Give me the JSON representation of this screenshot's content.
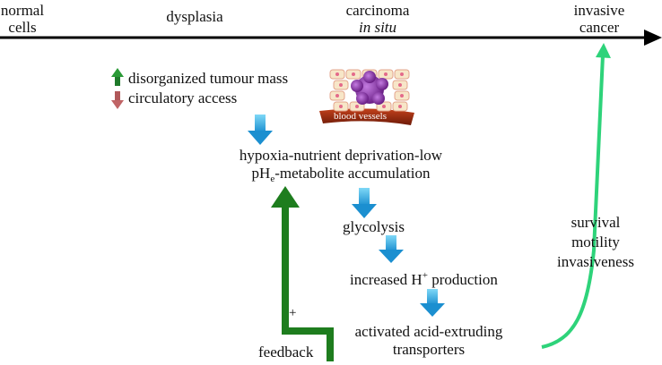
{
  "timeline": {
    "stages": [
      {
        "line1": "normal",
        "line2": "cells"
      },
      {
        "line1": "dysplasia",
        "line2": ""
      },
      {
        "line1": "carcinoma",
        "line2": "in situ"
      },
      {
        "line1": "invasive",
        "line2": "cancer"
      }
    ]
  },
  "factors": {
    "up_label": "disorganized tumour mass",
    "down_label": "circulatory access"
  },
  "illustration": {
    "blood_vessels_label": "blood vessels"
  },
  "steps": {
    "hypoxia_line1": "hypoxia-nutrient deprivation-low",
    "hypoxia_line2_pre": "pH",
    "hypoxia_line2_sub": "e",
    "hypoxia_line2_post": "-metabolite accumulation",
    "glycolysis": "glycolysis",
    "hplus_pre": "increased H",
    "hplus_sup": "+",
    "hplus_post": " production",
    "transporters_line1": "activated acid-extruding",
    "transporters_line2": "transporters"
  },
  "feedback": {
    "sign": "+",
    "label": "feedback"
  },
  "outcomes": {
    "line1": "survival",
    "line2": "motility",
    "line3": "invasiveness"
  },
  "colors": {
    "timeline": "#000000",
    "cyan_arrow": "#29abe2",
    "feedback_arrow": "#1e7d1e",
    "outcome_arrow": "#2ed37a",
    "up_arrow": "#1f7a2a",
    "down_arrow": "#b0585a",
    "cell_fill": "#f7e6c8",
    "tumour": "#8e3fa6",
    "vessel": "#9a2a10"
  }
}
